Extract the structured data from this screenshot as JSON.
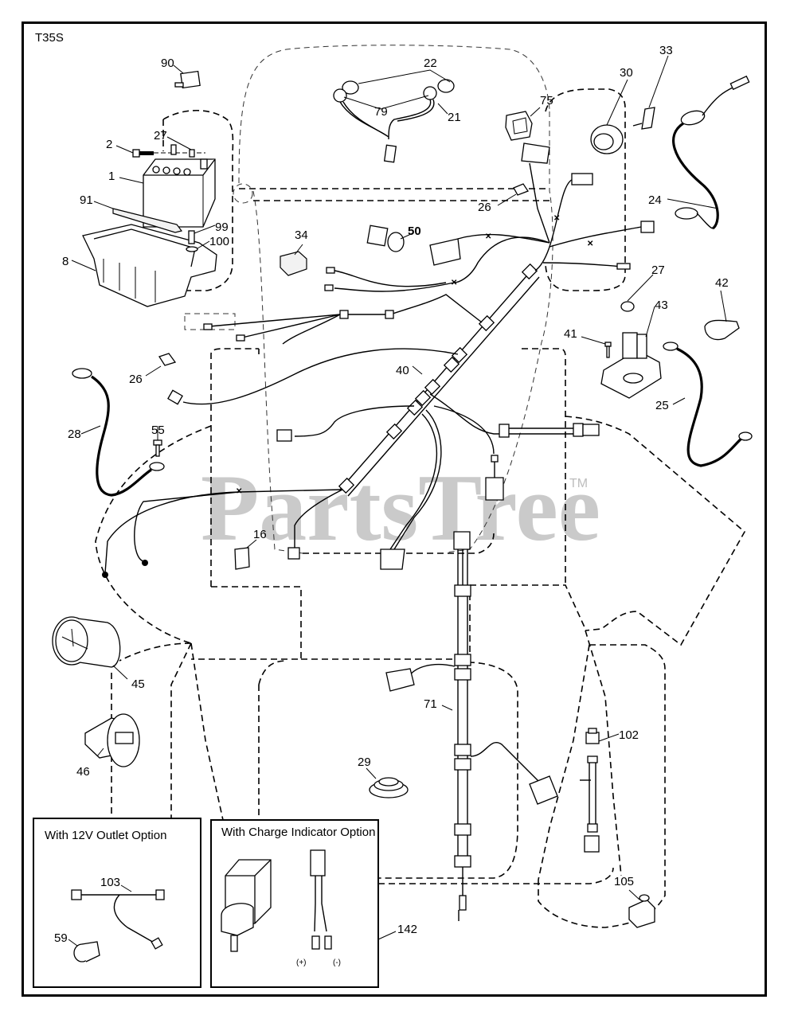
{
  "diagram": {
    "model_code": "T35S",
    "watermark": "PartsTree",
    "watermark_tm": "TM",
    "callouts": {
      "p1": "1",
      "p2": "2",
      "p8": "8",
      "p16": "16",
      "p21": "21",
      "p22": "22",
      "p24": "24",
      "p25": "25",
      "p26a": "26",
      "p26b": "26",
      "p27a": "27",
      "p27b": "27",
      "p28": "28",
      "p29": "29",
      "p30": "30",
      "p33": "33",
      "p34": "34",
      "p40": "40",
      "p41": "41",
      "p42": "42",
      "p43": "43",
      "p45": "45",
      "p46": "46",
      "p50": "50",
      "p55": "55",
      "p59": "59",
      "p71": "71",
      "p75": "75",
      "p79": "79",
      "p90": "90",
      "p91": "91",
      "p99": "99",
      "p100": "100",
      "p102": "102",
      "p103": "103",
      "p105": "105",
      "p142": "142"
    },
    "option_boxes": {
      "outlet_title": "With 12V Outlet Option",
      "charge_title": "With Charge Indicator Option",
      "plus_label": "(+)",
      "minus_label": "(-)"
    }
  }
}
